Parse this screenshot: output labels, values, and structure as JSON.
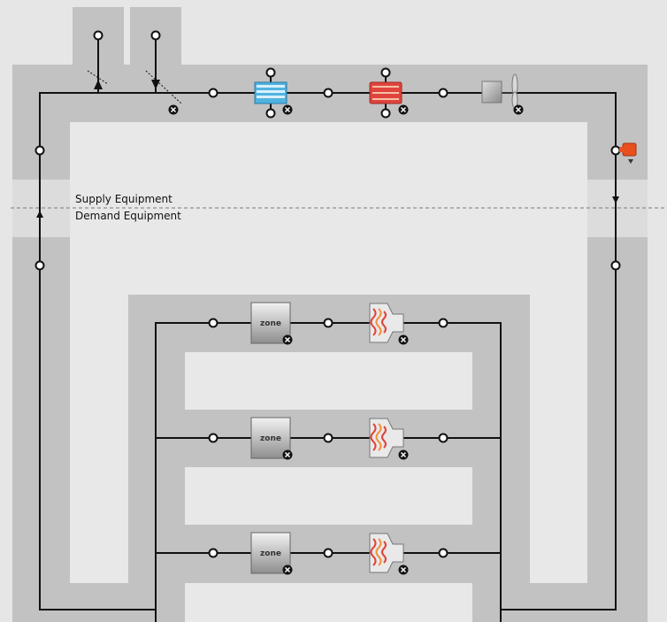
{
  "labels": {
    "supply": "Supply Equipment",
    "demand": "Demand Equipment"
  },
  "components": {
    "zone_label": "zone",
    "supply_loop": [
      "outdoor-air-mixer",
      "cooling-coil",
      "heating-coil",
      "supply-fan",
      "setpoint-manager"
    ],
    "zone_branches": [
      {
        "zone": "zone",
        "terminal": "reheat-terminal"
      },
      {
        "zone": "zone",
        "terminal": "reheat-terminal"
      },
      {
        "zone": "zone",
        "terminal": "reheat-terminal"
      }
    ]
  },
  "icons": [
    "node-icon",
    "remove-icon",
    "flow-arrow-icon",
    "cooling-coil-icon",
    "heating-coil-icon",
    "fan-icon",
    "setpoint-manager-icon",
    "zone-icon",
    "terminal-unit-icon",
    "damper-icon"
  ],
  "colors": {
    "background": "#e6e6e6",
    "lane": "#c2c2c2",
    "inner": "#e8e8e8",
    "line": "#111111",
    "cooling_coil": "#4fb3e0",
    "heating_coil": "#e0443c",
    "setpoint_manager": "#e8501e"
  }
}
